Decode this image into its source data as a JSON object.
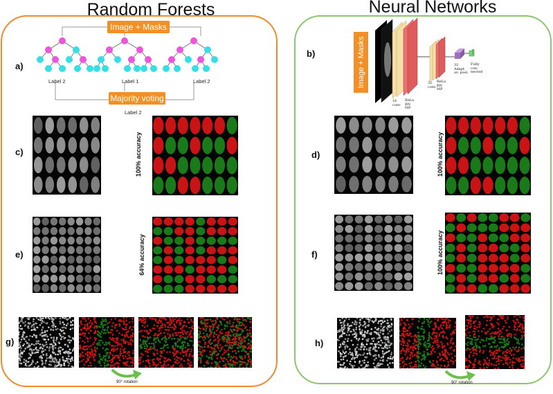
{
  "left_title": "Random Forests",
  "right_title": "Neural Networks",
  "labels": {
    "a": "a)",
    "b": "b)",
    "c": "c)",
    "d": "d)",
    "e": "e)",
    "f": "f)",
    "g": "g)",
    "h": "h)"
  },
  "rf": {
    "input_box": "Image + Masks",
    "tree_labels": [
      "Label 2",
      "Label 1",
      "Label 2"
    ],
    "vote_box": "Majority voting",
    "final_label": "Label 2"
  },
  "nn": {
    "input_box": "Image + Masks",
    "layers": {
      "conv1": "conv",
      "relu1": "ReLu\nBN\nMP",
      "conv2": "conv",
      "relu2": "ReLu\nBN\nMP",
      "pool": "Adapt.\nav. pool.",
      "fc": "Fully\ncon-\nnected"
    },
    "channels": {
      "c1": "16",
      "c2": "32",
      "c3": "32"
    }
  },
  "accuracy": {
    "c": "100% accuracy",
    "d": "100% accuracy",
    "e": "64% accuracy",
    "f": "100% accuracy"
  },
  "rotation_label": "90° rotation",
  "colors": {
    "rf_border": "#f08a2a",
    "nn_border": "#8cc56a",
    "orange": "#f39025",
    "magenta": "#ee55dd",
    "cyan": "#33e0e6",
    "red_class": "#c81414",
    "green_class": "#1a7a1a",
    "arrow_green": "#6cbf4a"
  }
}
